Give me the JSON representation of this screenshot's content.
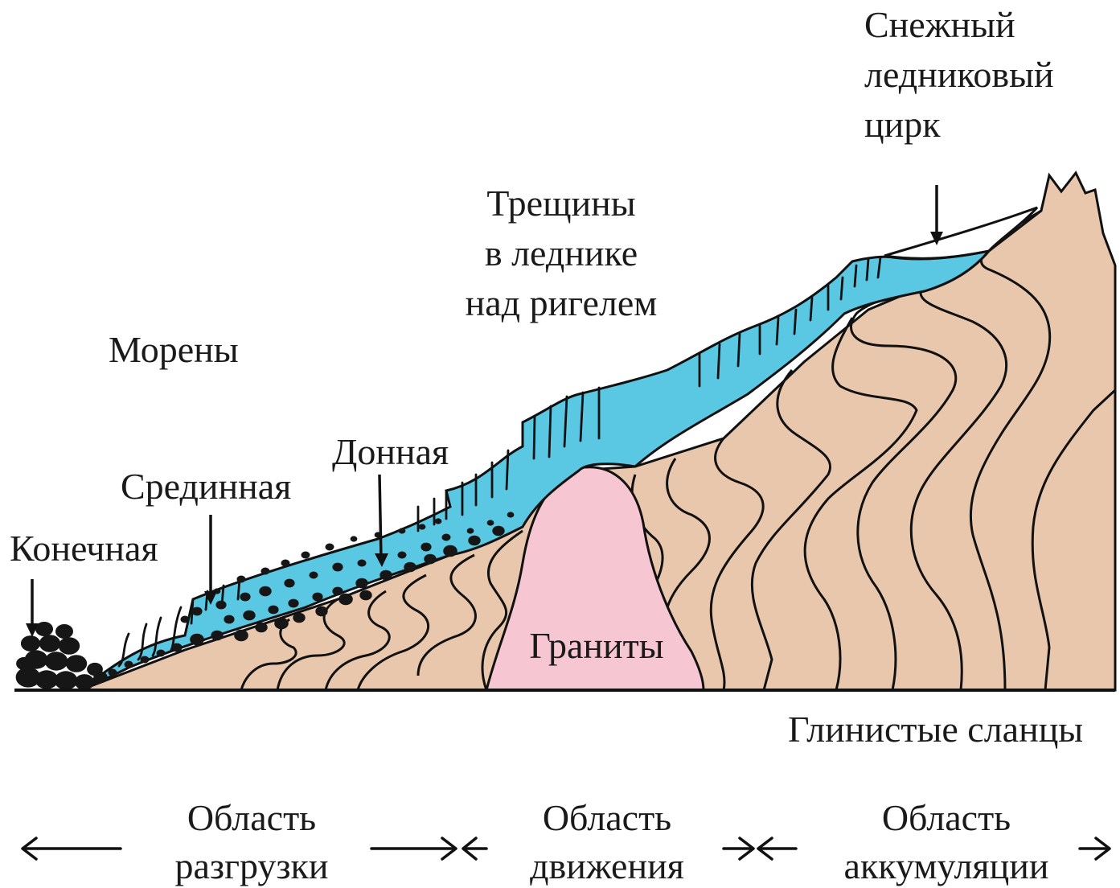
{
  "labels": {
    "cirque": [
      "Снежный",
      "ледниковый",
      "цирк"
    ],
    "crevasses": [
      "Трещины",
      "в леднике",
      "над ригелем"
    ],
    "moraines": "Морены",
    "ground": "Донная",
    "medial": "Срединная",
    "terminal": "Конечная",
    "granites": "Граниты",
    "shales": "Глинистые сланцы"
  },
  "zones": {
    "ablation": [
      "Область",
      "разгрузки"
    ],
    "transport": [
      "Область",
      "движения"
    ],
    "accumulation": [
      "Область",
      "аккумуляции"
    ]
  },
  "colors": {
    "ice": "#5bc8e3",
    "rock": "#e8c7ad",
    "granite": "#f6c6d2",
    "moraine": "#161616",
    "outline": "#111111"
  }
}
